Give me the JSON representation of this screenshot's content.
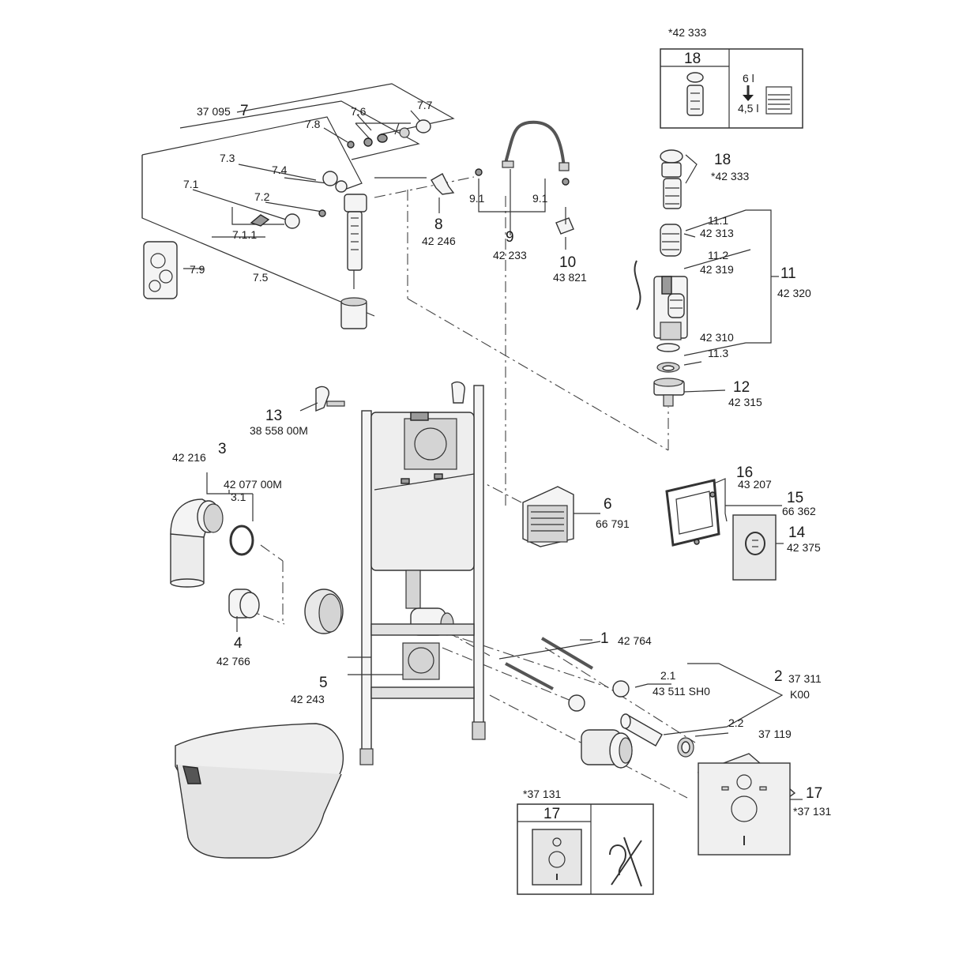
{
  "labels": {
    "l_7_ref": "37 095",
    "l_7": "7",
    "l_7_7": "7.7",
    "l_7_6": "7.6",
    "l_7_8": "7.8",
    "l_7_3": "7.3",
    "l_7_4": "7.4",
    "l_7_1": "7.1",
    "l_7_2": "7.2",
    "l_7_1_1": "7.1.1",
    "l_7_9": "7.9",
    "l_7_5": "7.5",
    "l_8": "8",
    "l_8_ref": "42 246",
    "l_9_1a": "9.1",
    "l_9_1b": "9.1",
    "l_9": "9",
    "l_9_ref": "42 233",
    "l_10": "10",
    "l_10_ref": "43 821",
    "l_box18_ref": "*42 333",
    "l_box18": "18",
    "l_box18_6l": "6 l",
    "l_box18_45l": "4,5 l",
    "l_18": "18",
    "l_18_ref": "*42 333",
    "l_11_1": "11.1",
    "l_11_1_ref": "42 313",
    "l_11_2": "11.2",
    "l_11_2_ref": "42 319",
    "l_11": "11",
    "l_11_ref": "42 320",
    "l_11_3_ref": "42 310",
    "l_11_3": "11.3",
    "l_12": "12",
    "l_12_ref": "42 315",
    "l_13": "13",
    "l_13_ref": "38 558 00M",
    "l_3_ref": "42 216",
    "l_3": "3",
    "l_3_ref2": "42 077 00M",
    "l_3_1": "3.1",
    "l_16": "16",
    "l_16_ref": "43 207",
    "l_15": "15",
    "l_15_ref": "66 362",
    "l_14": "14",
    "l_14_ref": "42 375",
    "l_6": "6",
    "l_6_ref": "66 791",
    "l_4": "4",
    "l_4_ref": "42 766",
    "l_1": "1",
    "l_1_ref": "42 764",
    "l_2_1": "2.1",
    "l_2_1_ref": "43 511 SH0",
    "l_2": "2",
    "l_2_ref": "37 311",
    "l_2_ref2": "K00",
    "l_5": "5",
    "l_5_ref": "42 243",
    "l_2_2": "2.2",
    "l_2_2_ref": "37 119",
    "l_17": "17",
    "l_17_ref": "*37 131",
    "l_box17_ref": "*37 131",
    "l_box17": "17"
  }
}
